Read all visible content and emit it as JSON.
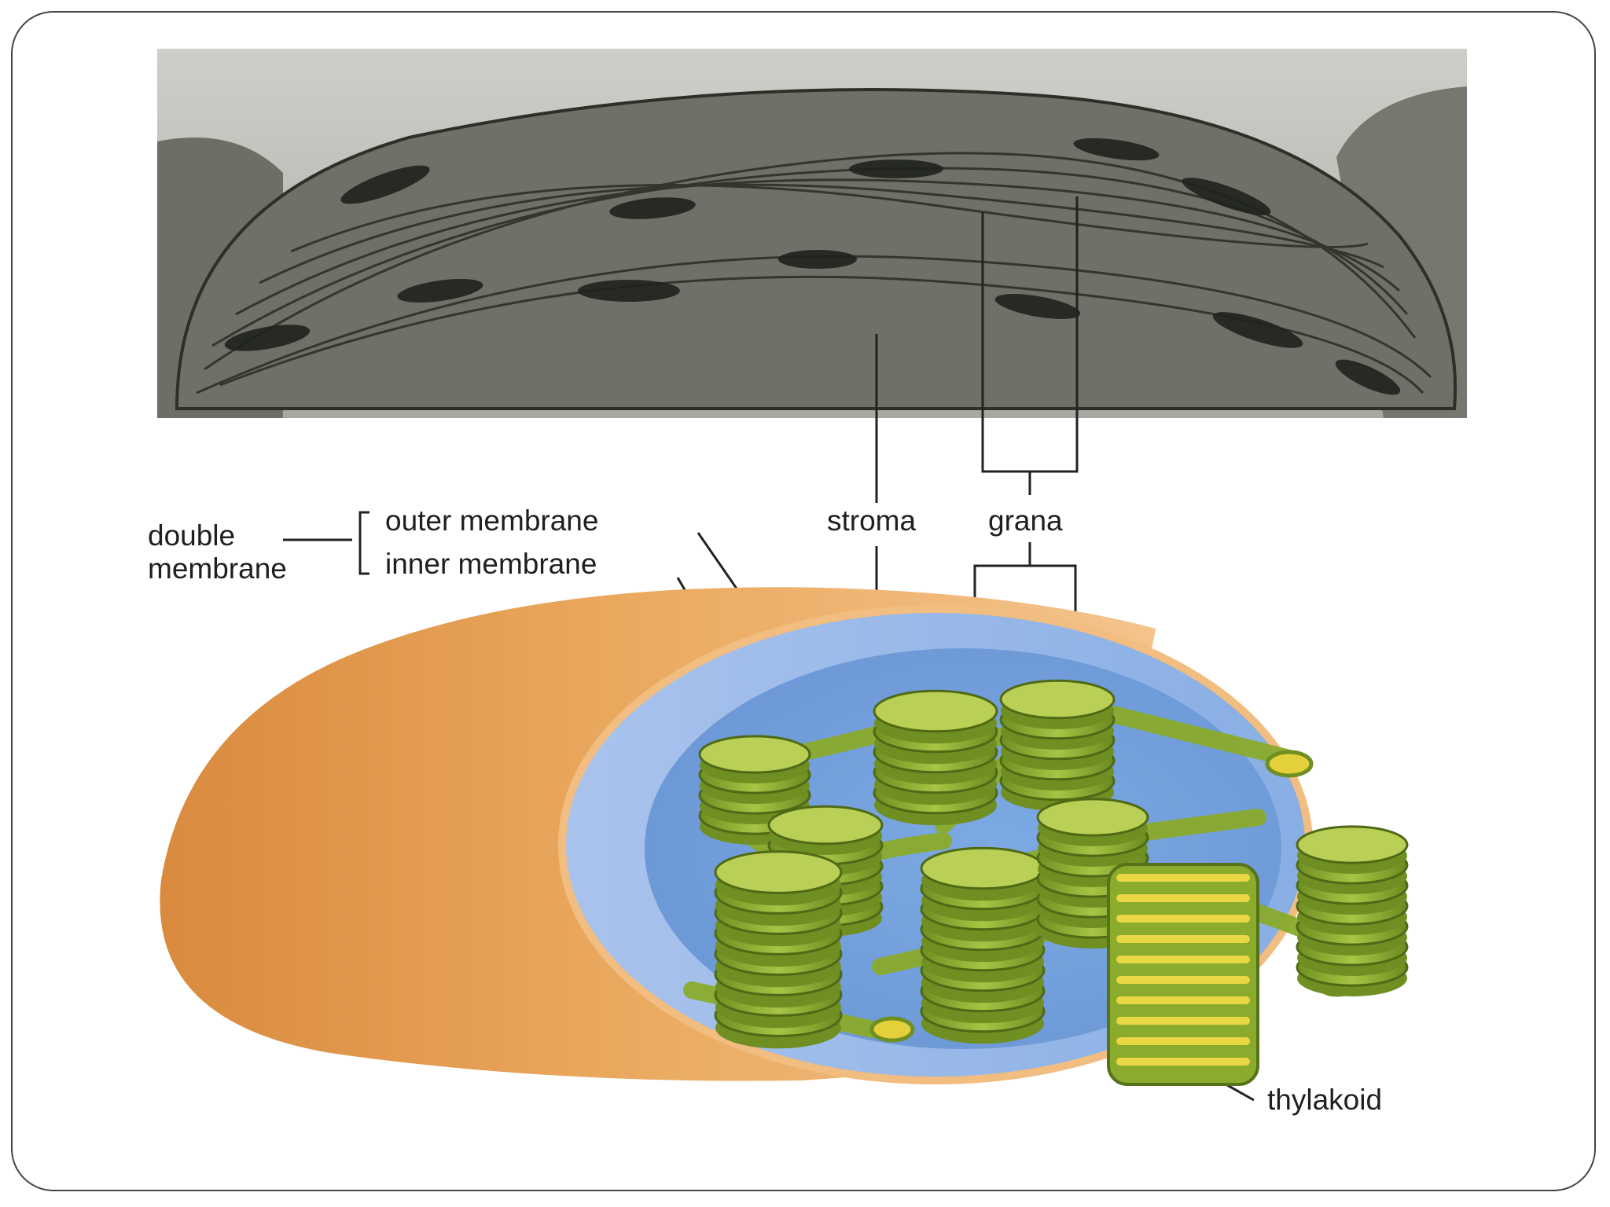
{
  "labels": {
    "double": "double",
    "membrane": "membrane",
    "outer_membrane": "outer membrane",
    "inner_membrane": "inner membrane",
    "stroma": "stroma",
    "grana": "grana",
    "thylakoid": "thylakoid"
  },
  "colors": {
    "outer_membrane": "#e39a4e",
    "inner_membrane": "#8fb3e6",
    "stroma": "#7aa8e2",
    "thylakoid": "#9bb83a",
    "thylakoid_lumen": "#e3d33c",
    "micrograph": "#6b6b62"
  }
}
